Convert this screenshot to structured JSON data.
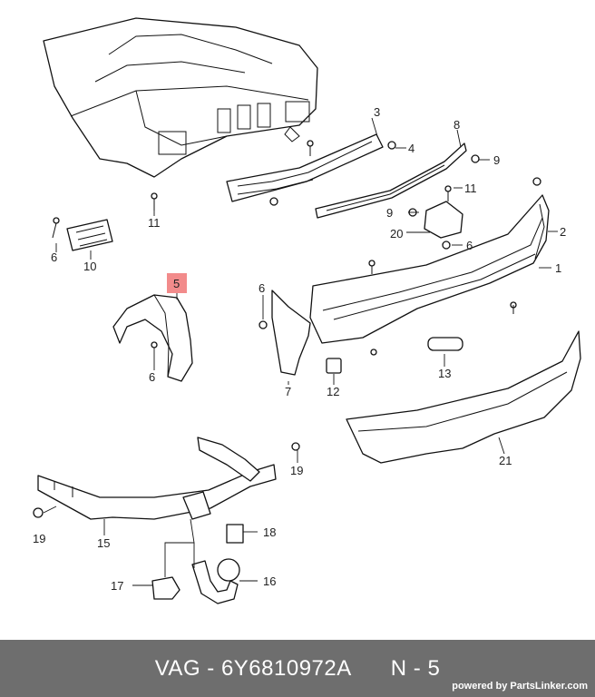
{
  "diagram": {
    "callouts": [
      "1",
      "2",
      "3",
      "4",
      "5",
      "6",
      "7",
      "8",
      "9",
      "10",
      "11",
      "12",
      "13",
      "15",
      "16",
      "17",
      "18",
      "19",
      "20",
      "21"
    ],
    "highlighted_callout": "5",
    "highlight_color": "#f28b8b"
  },
  "footer": {
    "brand": "VAG",
    "part_number": "6Y6810972A",
    "position_label": "N - 5",
    "credit": "powered by PartsLinker.com",
    "background": "#6e6e6e"
  }
}
